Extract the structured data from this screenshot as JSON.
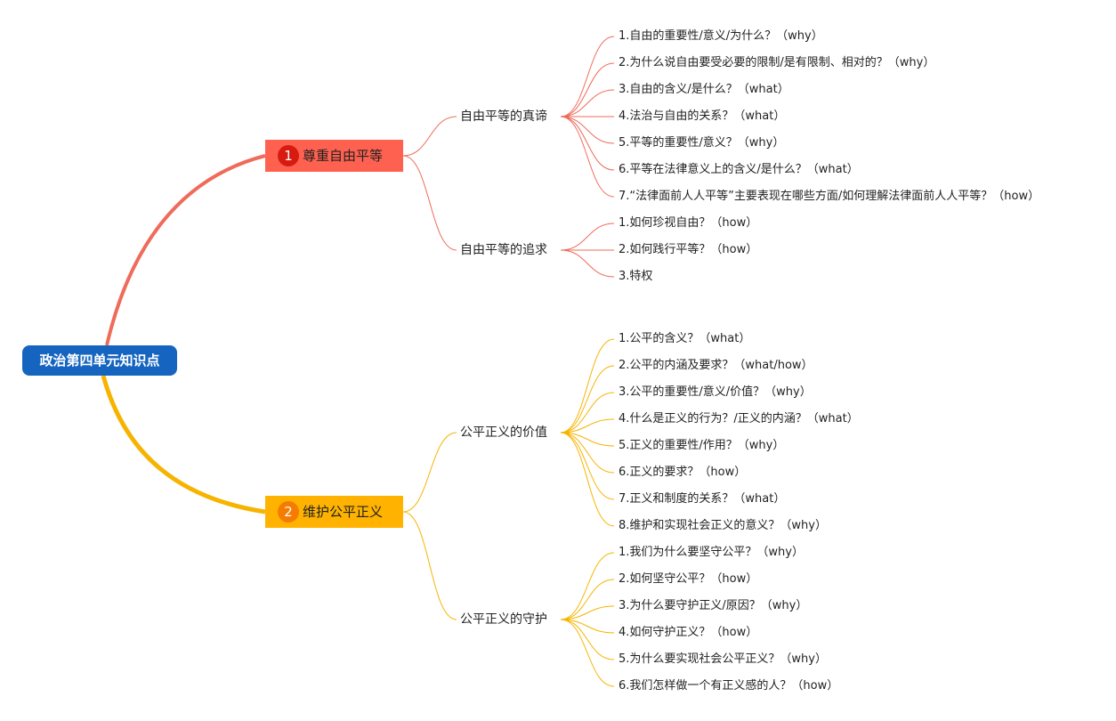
{
  "root": {
    "label": "政治第四单元知识点"
  },
  "branches": [
    {
      "num": "1",
      "label": "尊重自由平等",
      "color": "#ff6150",
      "line_color": "#ef6b5a",
      "topics": [
        {
          "label": "自由平等的真谛",
          "items": [
            "1.自由的重要性/意义/为什么？（why）",
            "2.为什么说自由要受必要的限制/是有限制、相对的？（why）",
            "3.自由的含义/是什么？（what）",
            "4.法治与自由的关系？（what）",
            "5.平等的重要性/意义？（why）",
            "6.平等在法律意义上的含义/是什么？（what）",
            "7.“法律面前人人平等”主要表现在哪些方面/如何理解法律面前人人平等？（how）"
          ]
        },
        {
          "label": "自由平等的追求",
          "items": [
            "1.如何珍视自由？（how）",
            "2.如何践行平等？（how）",
            "3.特权"
          ]
        }
      ]
    },
    {
      "num": "2",
      "label": "维护公平正义",
      "color": "#ffb300",
      "line_color": "#f6b400",
      "topics": [
        {
          "label": "公平正义的价值",
          "items": [
            "1.公平的含义？（what）",
            "2.公平的内涵及要求？（what/how）",
            "3.公平的重要性/意义/价值？（why）",
            "4.什么是正义的行为？/正义的内涵？（what）",
            "5.正义的重要性/作用？（why）",
            "6.正义的要求？（how）",
            "7.正义和制度的关系？（what）",
            "8.维护和实现社会正义的意义？（why）"
          ]
        },
        {
          "label": "公平正义的守护",
          "items": [
            "1.我们为什么要坚守公平？（why）",
            "2.如何坚守公平？（how）",
            "3.为什么要守护正义/原因？（why）",
            "4.如何守护正义？（how）",
            "5.为什么要实现社会公平正义？（why）",
            "6.我们怎样做一个有正义感的人？（how）"
          ]
        }
      ]
    }
  ]
}
